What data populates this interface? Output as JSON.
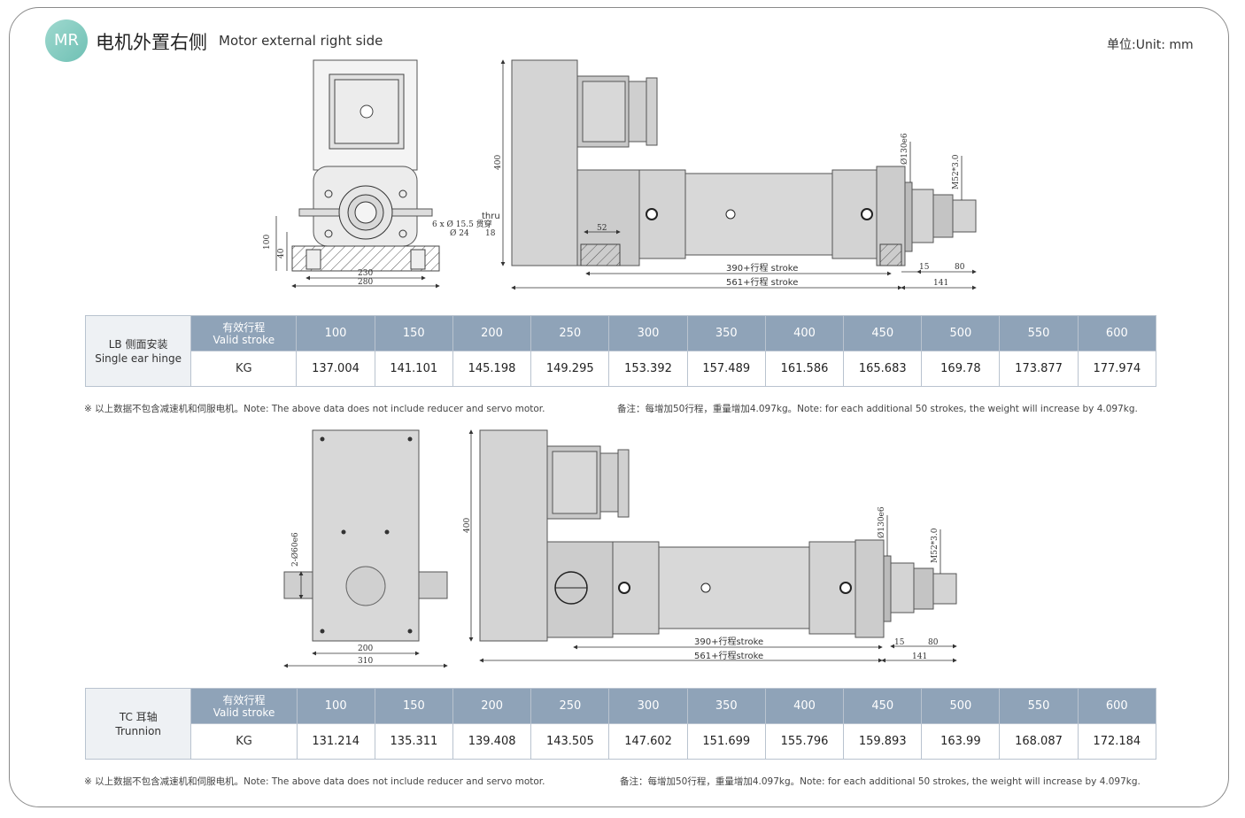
{
  "header": {
    "badge": "MR",
    "title_cn": "电机外置右侧",
    "title_en": "Motor external right side",
    "unit": "单位:Unit: mm"
  },
  "drawing_top": {
    "dim_100": "100",
    "dim_40": "40",
    "dim_230": "230",
    "dim_280": "280",
    "hole_note_1": "6 x Ø 15.5 贯穿",
    "hole_note_2": "Ø 24",
    "hole_note_3": "18",
    "thru": "thru",
    "dim_400": "400",
    "dim_52": "52",
    "dim_130": "Ø130e6",
    "dim_m52": "M52*3.0",
    "dim_390": "390+行程 stroke",
    "dim_561": "561+行程 stroke",
    "dim_15": "15",
    "dim_80": "80",
    "dim_141": "141"
  },
  "drawing_bottom": {
    "dim_2phi60": "2-Ø60e6",
    "dim_200": "200",
    "dim_310": "310",
    "dim_400": "400",
    "dim_130": "Ø130e6",
    "dim_m52": "M52*3.0",
    "dim_390": "390+行程stroke",
    "dim_561": "561+行程stroke",
    "dim_15": "15",
    "dim_80": "80",
    "dim_141": "141"
  },
  "table_lb": {
    "label_cn": "LB 侧面安装",
    "label_en": "Single ear hinge",
    "header_cn": "有效行程",
    "header_en": "Valid stroke",
    "row_label": "KG",
    "strokes": [
      "100",
      "150",
      "200",
      "250",
      "300",
      "350",
      "400",
      "450",
      "500",
      "550",
      "600"
    ],
    "weights": [
      "137.004",
      "141.101",
      "145.198",
      "149.295",
      "153.392",
      "157.489",
      "161.586",
      "165.683",
      "169.78",
      "173.877",
      "177.974"
    ]
  },
  "table_tc": {
    "label_cn": "TC 耳轴",
    "label_en": "Trunnion",
    "header_cn": "有效行程",
    "header_en": "Valid stroke",
    "row_label": "KG",
    "strokes": [
      "100",
      "150",
      "200",
      "250",
      "300",
      "350",
      "400",
      "450",
      "500",
      "550",
      "600"
    ],
    "weights": [
      "131.214",
      "135.311",
      "139.408",
      "143.505",
      "147.602",
      "151.699",
      "155.796",
      "159.893",
      "163.99",
      "168.087",
      "172.184"
    ]
  },
  "notes": {
    "left": "※ 以上数据不包含减速机和伺服电机。Note: The above data does not include reducer and servo motor.",
    "right": "备注：每增加50行程，重量增加4.097kg。Note: for each additional 50 strokes, the weight will increase by 4.097kg."
  }
}
